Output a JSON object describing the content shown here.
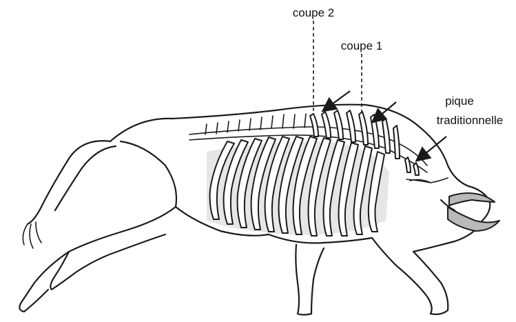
{
  "labels": {
    "cut_2": "coupe 2",
    "cut_1": "coupe 1",
    "traditional_line1": "pique",
    "traditional_line2": "traditionnelle"
  },
  "colors": {
    "ink": "#1a1a1a",
    "shade": "#b9b9b9",
    "background": "#ffffff"
  }
}
